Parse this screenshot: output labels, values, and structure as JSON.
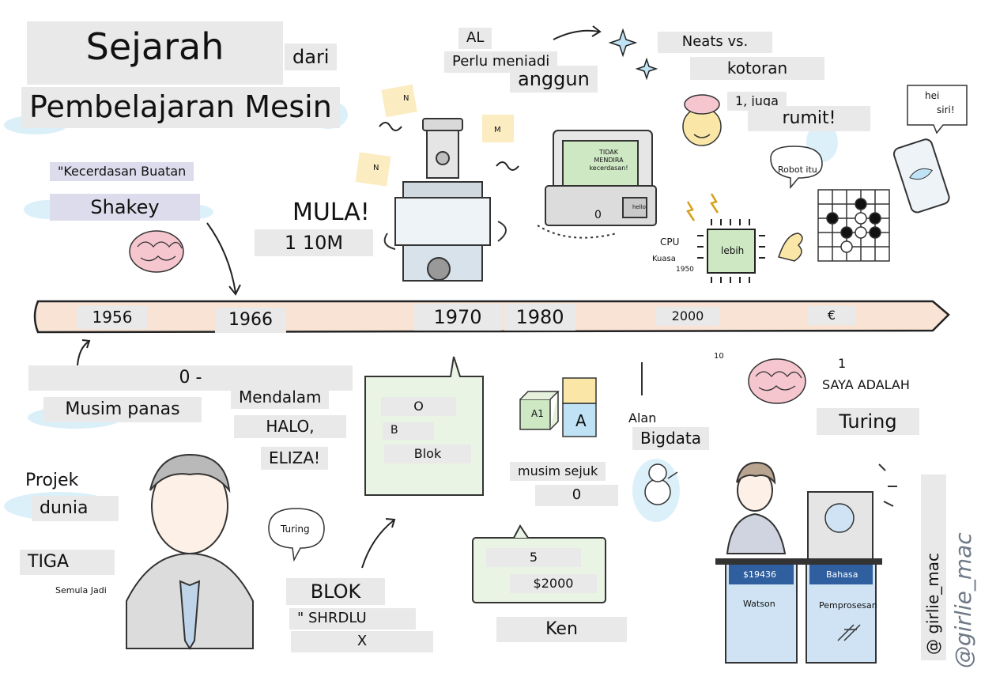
{
  "title": {
    "line1": "Sejarah",
    "line1b": "dari",
    "line2": "Pembelajaran Mesin"
  },
  "timeline": {
    "years": [
      "1956",
      "1966",
      "1970",
      "1980",
      "2000",
      "€"
    ]
  },
  "top_labels": {
    "kecerdasan": "\"Kecerdasan Buatan",
    "shakey": "Shakey",
    "mula": "MULA!",
    "mula_sub": "1 10M",
    "al": "AL",
    "perlu": "Perlu menjadi",
    "anggun": "anggun",
    "neats": "Neats vs.",
    "kotoran": "kotoran",
    "juga": "1, juga",
    "rumit": "rumit!",
    "hei": "hei",
    "siri": "siri!",
    "robot": "Robot itu",
    "cpu": "CPU",
    "kuasa": "Kuasa",
    "cpu_year": "1950",
    "lebih": "lebih",
    "computer_screen": "TIDAK\nMENDIRA\nkecerdasan!",
    "computer_zero": "0",
    "computer_mini": "hello",
    "sticky_n1": "N",
    "sticky_m": "M",
    "sticky_n2": "N"
  },
  "bottom_labels": {
    "zero_dash": "0 -",
    "musim_panas": "Musim panas",
    "projek": "Projek",
    "dunia": "dunia",
    "tiga": "TIGA",
    "semula": "Semula Jadi",
    "mendalam": "Mendalam",
    "halo": "HALO,",
    "eliza": "ELIZA!",
    "turing_bubble": "Turing",
    "blok_o": "O",
    "blok_b": "B",
    "blok": "Blok",
    "blok_caps": "BLOK",
    "shrdlu": "\" SHRDLU",
    "x": "X",
    "cube_a1": "A1",
    "cube_a": "A",
    "musim_sejuk": "musim sejuk",
    "sejuk_zero": "0",
    "five": "5",
    "money": "$2000",
    "ken": "Ken",
    "alan": "Alan",
    "bigdata": "Bigdata",
    "ten": "10",
    "one": "1",
    "saya": "SAYA ADALAH",
    "turing": "Turing",
    "podium_amount": "$19436",
    "podium_watson": "Watson",
    "podium_bahasa": "Bahasa",
    "podium_pemprosesan": "Pemprosesan",
    "handle": "@ girlie_mac",
    "signature": "@girlie_mac"
  },
  "colors": {
    "timeline_fill": "#f8e3d4",
    "accent_blue": "#bfe3f4",
    "accent_pink": "#f6c6cf",
    "accent_yellow": "#fae6a6",
    "accent_green": "#cfe8c4"
  }
}
